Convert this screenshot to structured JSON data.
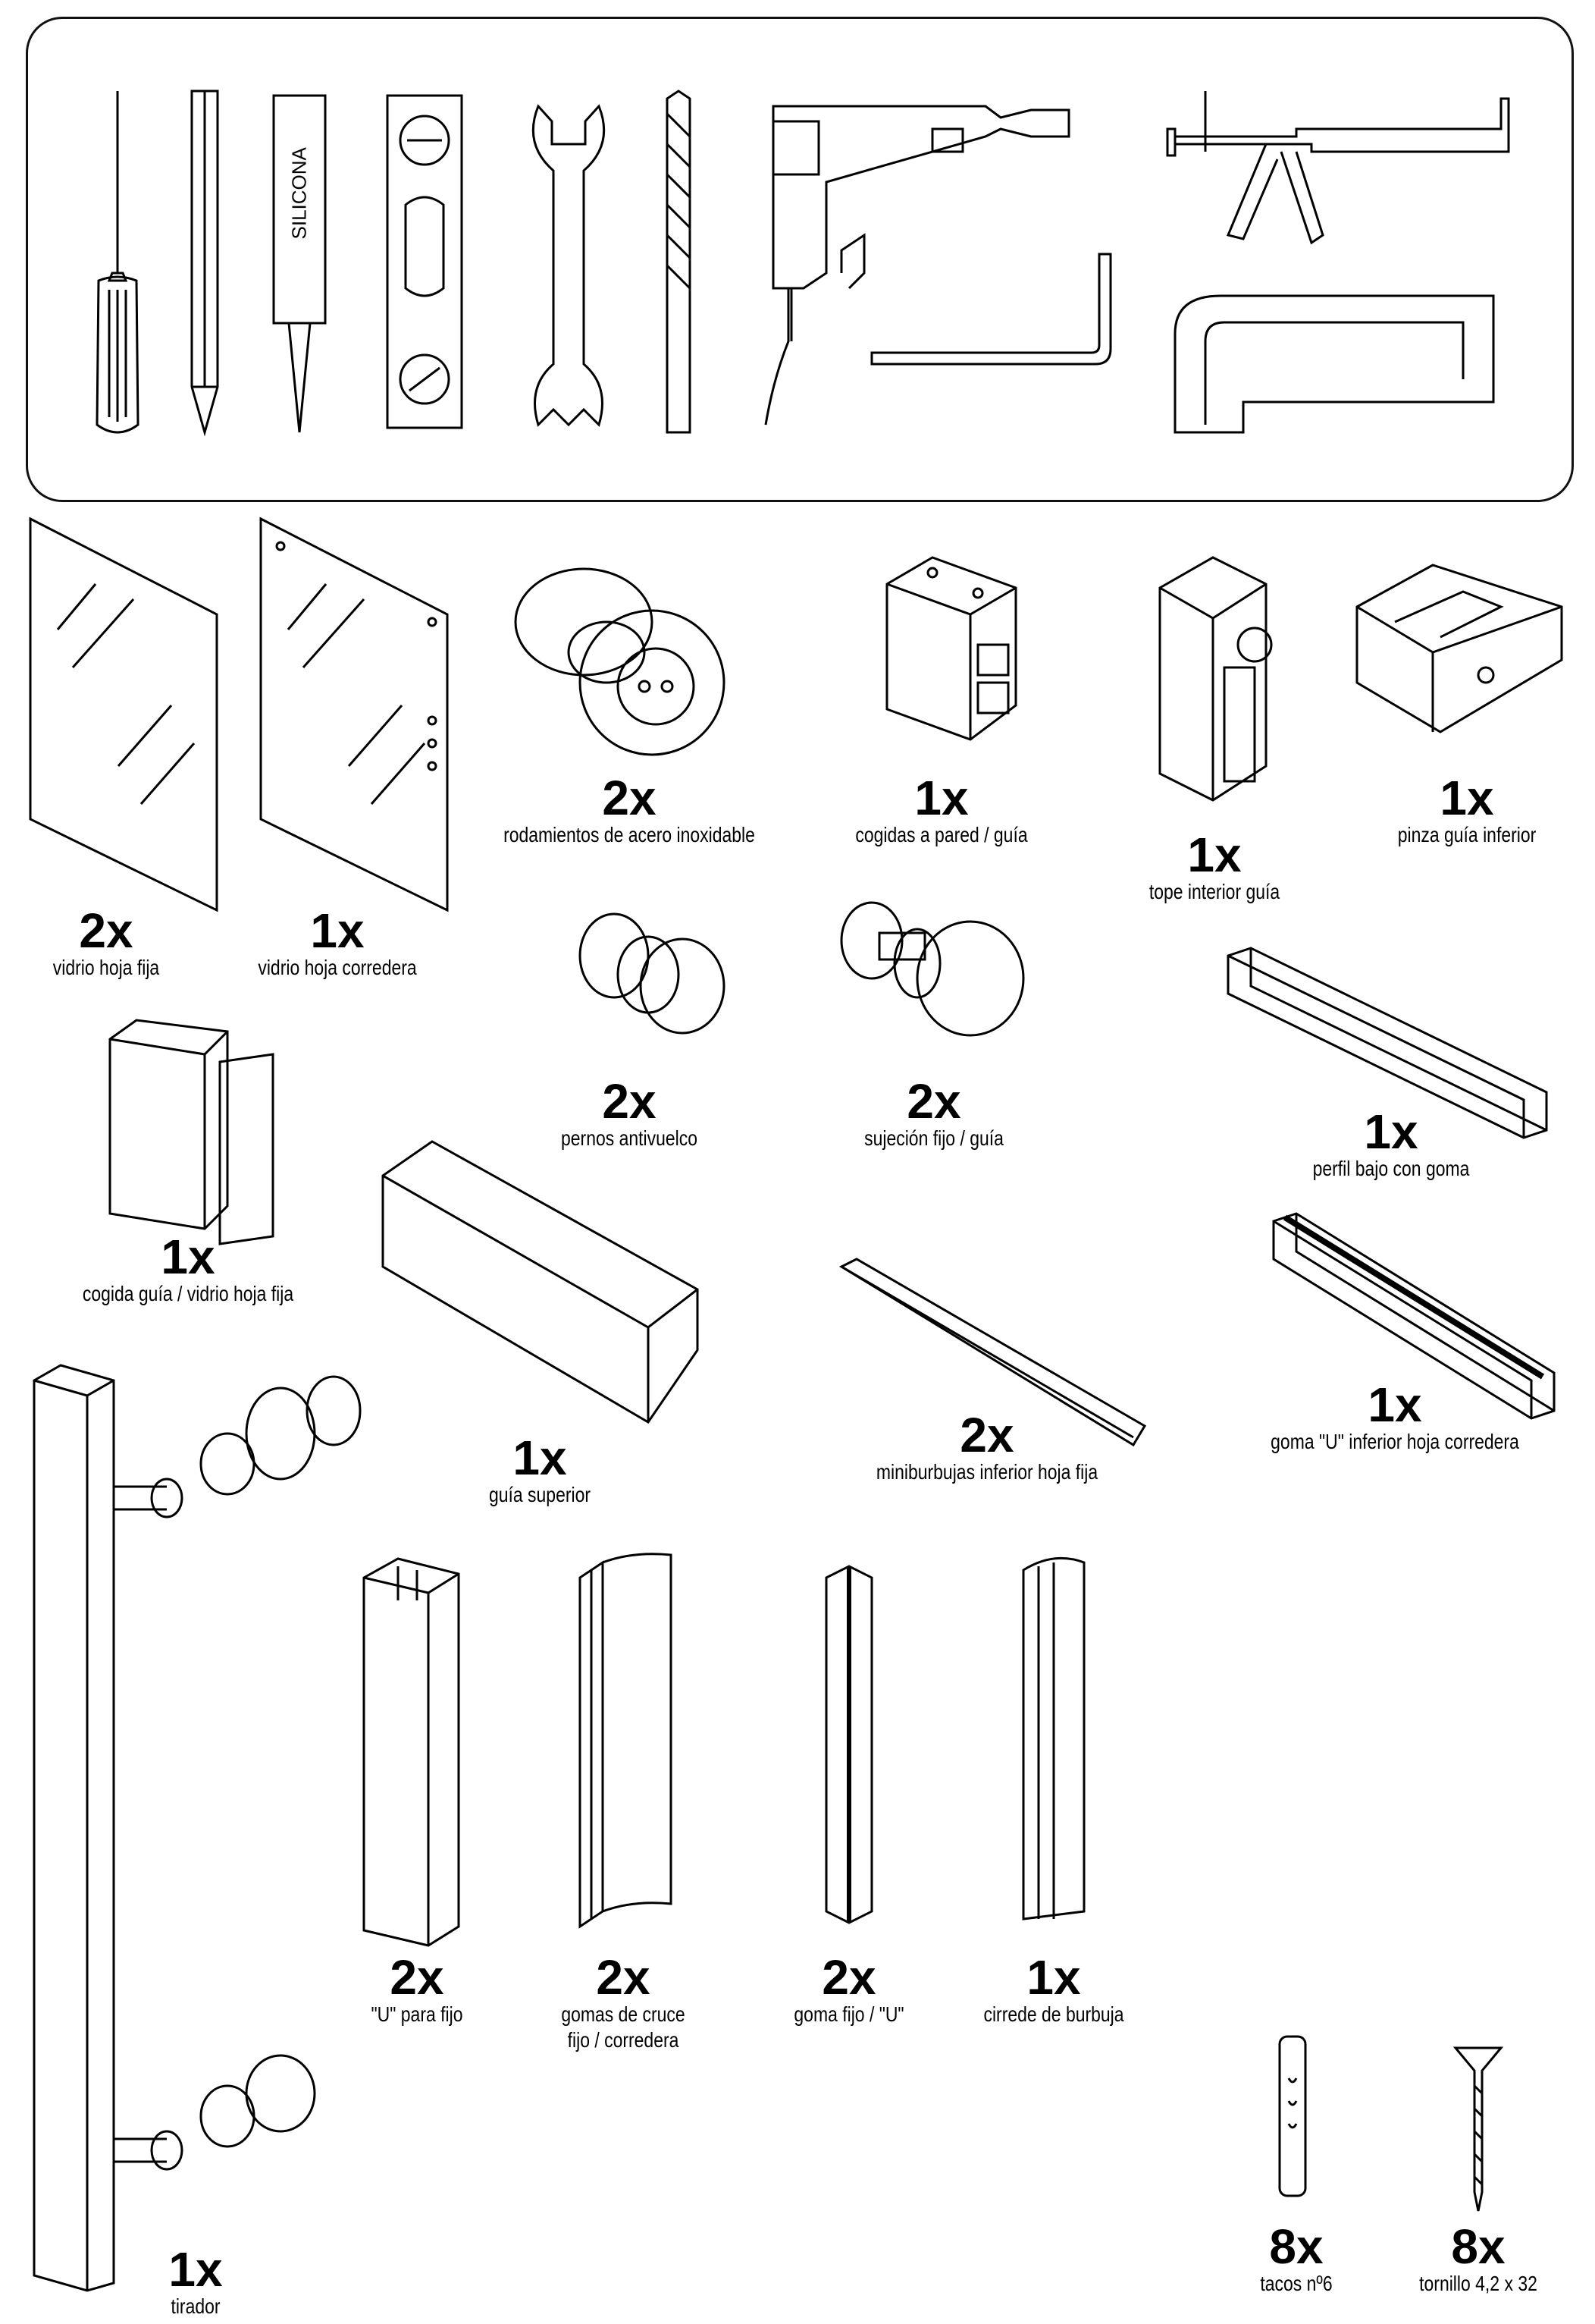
{
  "tools": {
    "silicone_label": "SILICONA",
    "items": [
      "screwdriver-icon",
      "pencil-icon",
      "silicone-tube-icon",
      "spirit-level-icon",
      "wrench-icon",
      "drill-bit-icon",
      "power-drill-icon",
      "caulking-gun-icon",
      "allen-key-icon",
      "hacksaw-icon"
    ]
  },
  "parts": [
    {
      "id": "vidrio-hoja-fija",
      "qty": "2x",
      "label": "vidrio hoja fija"
    },
    {
      "id": "vidrio-hoja-corredera",
      "qty": "1x",
      "label": "vidrio hoja corredera"
    },
    {
      "id": "rodamientos",
      "qty": "2x",
      "label": "rodamientos de acero inoxidable"
    },
    {
      "id": "cogidas-pared",
      "qty": "1x",
      "label": "cogidas a pared / guía"
    },
    {
      "id": "tope-interior",
      "qty": "1x",
      "label": "tope interior guía"
    },
    {
      "id": "pinza-guia",
      "qty": "1x",
      "label": "pinza guía inferior"
    },
    {
      "id": "pernos-antivuelco",
      "qty": "2x",
      "label": "pernos antivuelco"
    },
    {
      "id": "sujecion-fijo",
      "qty": "2x",
      "label": "sujeción fijo / guía"
    },
    {
      "id": "perfil-bajo",
      "qty": "1x",
      "label": "perfil bajo con goma"
    },
    {
      "id": "cogida-guia-vidrio",
      "qty": "1x",
      "label": "cogida guía / vidrio hoja fija"
    },
    {
      "id": "goma-u-inferior",
      "qty": "1x",
      "label": "goma \"U\" inferior hoja corredera"
    },
    {
      "id": "guia-superior",
      "qty": "1x",
      "label": "guía superior"
    },
    {
      "id": "miniburbujas",
      "qty": "2x",
      "label": "miniburbujas inferior hoja fija"
    },
    {
      "id": "u-para-fijo",
      "qty": "2x",
      "label": "\"U\" para fijo"
    },
    {
      "id": "gomas-cruce",
      "qty": "2x",
      "label": "gomas de cruce\nfijo / corredera"
    },
    {
      "id": "goma-fijo-u",
      "qty": "2x",
      "label": "goma fijo / \"U\""
    },
    {
      "id": "cirrede-burbuja",
      "qty": "1x",
      "label": "cirrede de burbuja"
    },
    {
      "id": "tirador",
      "qty": "1x",
      "label": "tirador"
    },
    {
      "id": "tacos",
      "qty": "8x",
      "label": "tacos nº6"
    },
    {
      "id": "tornillo",
      "qty": "8x",
      "label": "tornillo 4,2 x 32"
    }
  ]
}
